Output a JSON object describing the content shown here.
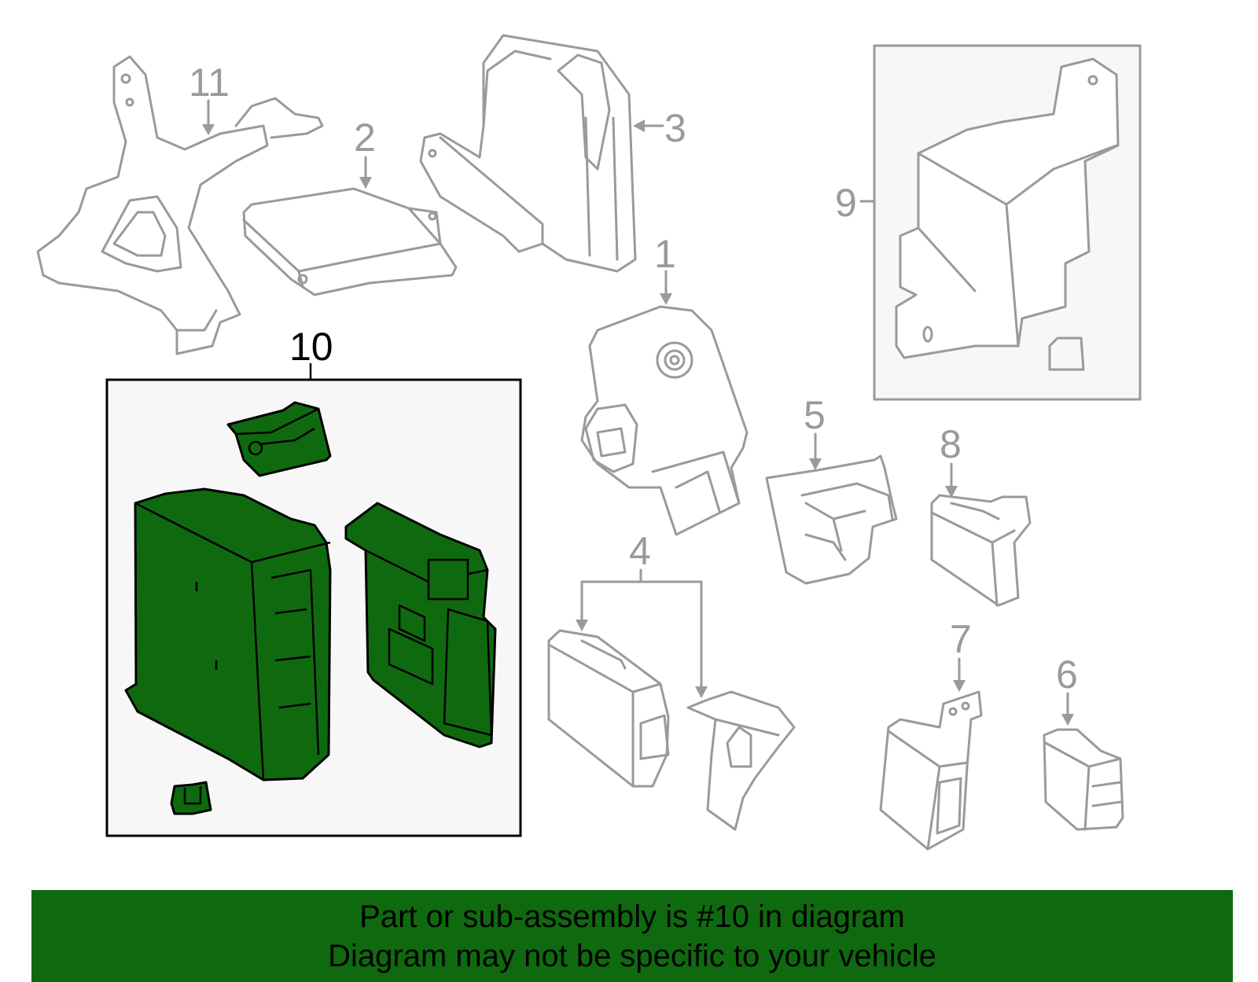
{
  "callouts": {
    "c1": "1",
    "c2": "2",
    "c3": "3",
    "c4": "4",
    "c5": "5",
    "c6": "6",
    "c7": "7",
    "c8": "8",
    "c9": "9",
    "c10": "10",
    "c11": "11"
  },
  "banner": {
    "line1": "Part or sub-assembly is #10 in diagram",
    "line2": "Diagram may not be specific to your vehicle"
  },
  "colors": {
    "highlight": "#0f6a0f",
    "linework": "#9a9a9a"
  }
}
